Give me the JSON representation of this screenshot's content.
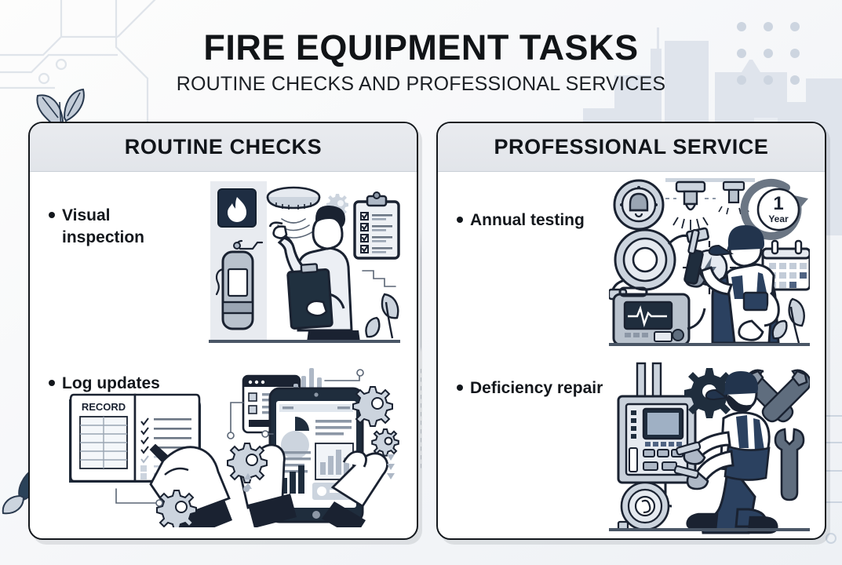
{
  "header": {
    "title": "FIRE EQUIPMENT TASKS",
    "subtitle": "ROUTINE CHECKS AND PROFESSIONAL SERVICES"
  },
  "colors": {
    "ink": "#14181d",
    "navy": "#22344d",
    "navy_dark": "#18283c",
    "steel": "#aeb8c6",
    "header_band": "#e4e7ec",
    "page_background": "#f5f7fa"
  },
  "cards": [
    {
      "id": "routine-checks",
      "heading": "ROUTINE CHECKS",
      "items": [
        {
          "label": "Visual inspection",
          "illustration": "inspector-checking-extinguisher-and-smoke-detector",
          "icons": [
            "flame-sign-icon",
            "fire-extinguisher-icon",
            "smoke-detector-icon",
            "gear-icon",
            "clipboard-checklist-icon",
            "leaf-icon"
          ]
        },
        {
          "label": "Log updates",
          "illustration": "logbook-and-tablet-data-entry",
          "icons": [
            "record-book-icon",
            "pen-icon",
            "tablet-icon",
            "gear-icon",
            "bar-chart-icon",
            "pie-chart-icon",
            "window-icon"
          ],
          "labels": {
            "book_cover": "RECORD"
          }
        }
      ]
    },
    {
      "id": "professional-service",
      "heading": "PROFESSIONAL SERVICE",
      "items": [
        {
          "label": "Annual testing",
          "illustration": "technician-performing-annual-system-test",
          "icons": [
            "alarm-bell-icon",
            "sprinkler-head-icon",
            "one-year-cycle-icon",
            "fire-hose-reel-icon",
            "bolt-icon",
            "calendar-icon",
            "diagnostic-device-icon",
            "leaf-icon"
          ],
          "labels": {
            "badge_number": "1",
            "badge_unit": "Year"
          }
        },
        {
          "label": "Deficiency repair",
          "illustration": "technician-repairing-control-panel",
          "icons": [
            "control-panel-icon",
            "gear-icon",
            "crossed-wrenches-icon",
            "wrench-icon",
            "hose-reel-icon",
            "screwdriver-icon"
          ]
        }
      ]
    }
  ],
  "decorations": {
    "skyline": "city-skyline-silhouette",
    "dot_grid": "dot-grid-3x3",
    "circuit_top_left": "circuit-traces",
    "circuit_bottom_right": "circuit-traces",
    "leaf_top_left": "leaf-sprig",
    "leaf_bottom_left": "leaf-sprig"
  }
}
